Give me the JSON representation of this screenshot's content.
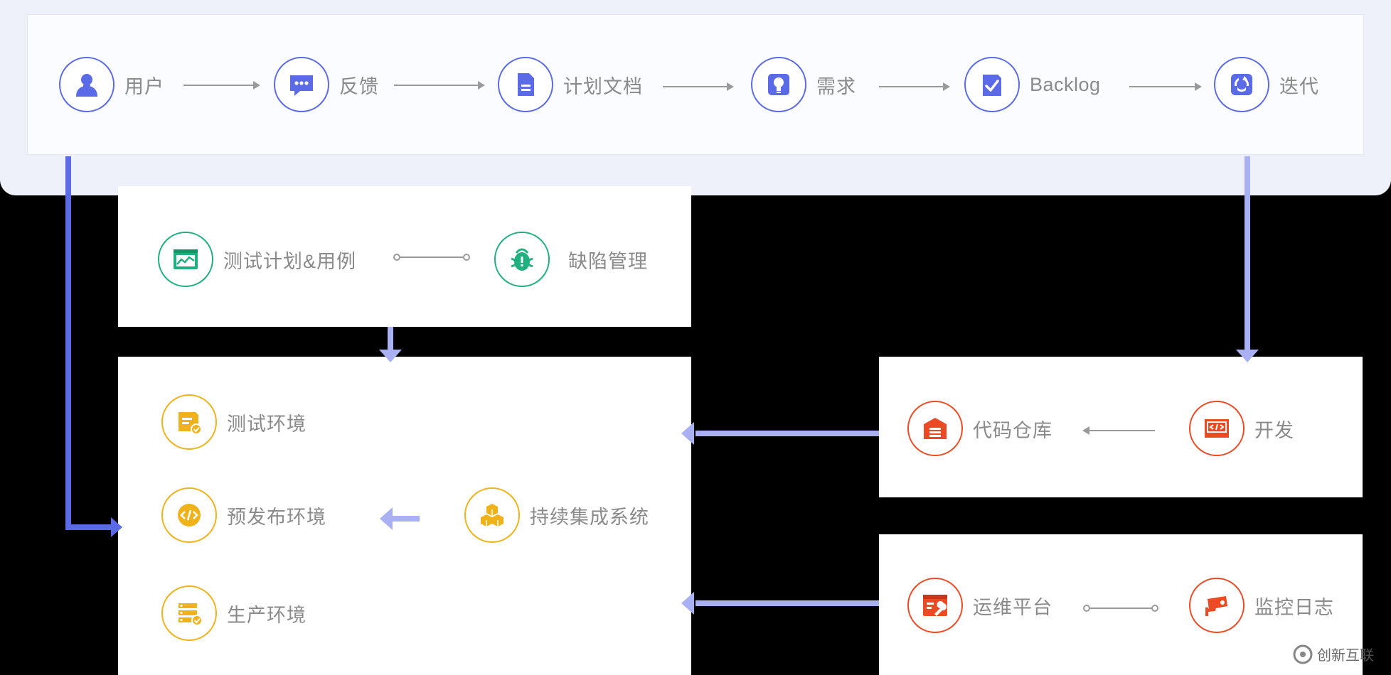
{
  "flow_top": {
    "user": "用户",
    "feedback": "反馈",
    "plan_doc": "计划文档",
    "requirement": "需求",
    "backlog": "Backlog",
    "iteration": "迭代"
  },
  "testing": {
    "test_plan": "测试计划&用例",
    "defect_mgmt": "缺陷管理"
  },
  "environments": {
    "test_env": "测试环境",
    "preprod_env": "预发布环境",
    "prod_env": "生产环境",
    "ci_system": "持续集成系统"
  },
  "development": {
    "code_repo": "代码仓库",
    "develop": "开发"
  },
  "operations": {
    "ops_platform": "运维平台",
    "monitor_log": "监控日志"
  },
  "watermark": {
    "text": "创新互联"
  },
  "colors": {
    "blue": "#5b6ae6",
    "green": "#20b080",
    "yellow": "#f0b21a",
    "red": "#ec4a24",
    "connector": "#a9b1f2"
  }
}
